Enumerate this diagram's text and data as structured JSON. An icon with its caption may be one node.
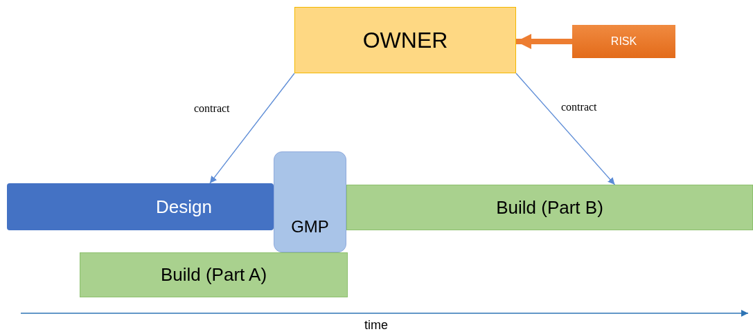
{
  "diagram": {
    "nodes": [
      {
        "text": [
          "OWNER"
        ]
      },
      {
        "text": [
          "RISK"
        ]
      },
      {
        "text": [
          "Design"
        ]
      },
      {
        "text": [
          "GMP"
        ]
      },
      {
        "text": [
          "Build (Part B)"
        ]
      },
      {
        "text": [
          "Build (Part A)"
        ]
      }
    ],
    "edges": [
      {
        "from": 1,
        "to": 0,
        "arrow": "to",
        "style": "thick",
        "color": "#ed7d31"
      },
      {
        "from": 0,
        "to": 2,
        "arrow": "to",
        "label": "contract"
      },
      {
        "from": 0,
        "to": 4,
        "arrow": "to",
        "label": "contract"
      }
    ],
    "labels": [
      "time"
    ]
  }
}
